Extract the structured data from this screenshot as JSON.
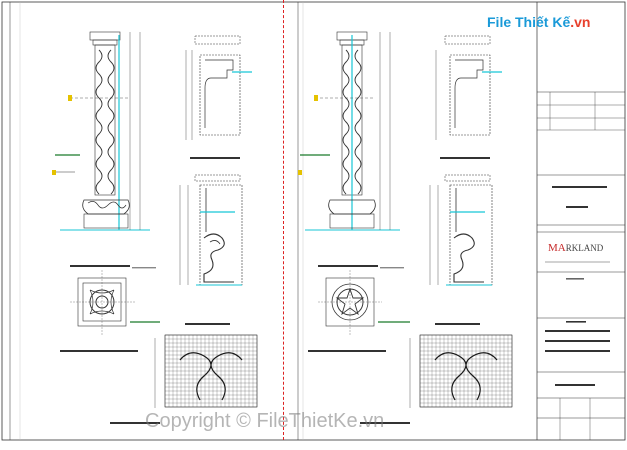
{
  "site": {
    "brand": "File Thiết Kế",
    "brand_suffix": ".vn"
  },
  "watermark": "Copyright © FileThietKe.vn",
  "title_block": {
    "company_prefix": "MA",
    "company_rest": "RKLAND"
  },
  "colors": {
    "cyan": "#17c6d6",
    "line": "#333333",
    "red": "#d22222",
    "dark": "#1a1a1a",
    "green": "#1a7a2a"
  }
}
